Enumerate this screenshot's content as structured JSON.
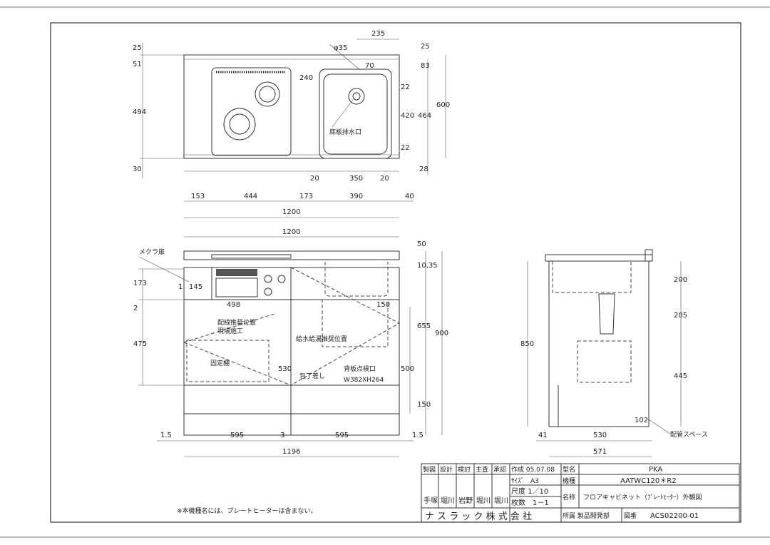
{
  "top_view": {
    "dims": {
      "d235": "235",
      "d25a": "25",
      "d51": "51",
      "d494": "494",
      "d30": "30",
      "d240": "240",
      "d70": "70",
      "d83": "83",
      "d22a": "22",
      "d420": "420",
      "d22b": "22",
      "d464": "464",
      "d600": "600",
      "d28": "28",
      "d25b": "25",
      "d20a": "20",
      "d350": "350",
      "d20b": "20",
      "d153": "153",
      "d444": "444",
      "d173": "173",
      "d390": "390",
      "d40": "40",
      "d1200": "1200",
      "phi": "φ35"
    },
    "drain_label": "底板排水口"
  },
  "front_view": {
    "dims": {
      "d1200": "1200",
      "d50": "50",
      "d10": "10",
      "d35": "35",
      "d173": "173",
      "d1": "1",
      "d145": "145",
      "d2": "2",
      "d498": "498",
      "d150a": "150",
      "d475": "475",
      "d530": "530",
      "d655": "655",
      "d900": "900",
      "d500": "500",
      "d150b": "150",
      "d15a": "1.5",
      "d595a": "595",
      "d3": "3",
      "d595b": "595",
      "d15b": "1.5",
      "d1196": "1196"
    },
    "labels": {
      "mekura": "メクラ扉",
      "wiring": "配線推奨位置",
      "site": "現場施工",
      "fixed_shelf": "固定棚",
      "water": "給水給湯推奨位置",
      "knife": "包丁差し",
      "back_panel": "背板点検口",
      "back_size": "W382XH264"
    }
  },
  "side_view": {
    "dims": {
      "d200": "200",
      "d205": "205",
      "d850": "850",
      "d445": "445",
      "d102": "102",
      "d41": "41",
      "d530": "530",
      "d571": "571"
    },
    "pipe_space": "配管スペース"
  },
  "note": "※本機種名には、プレートヒーターは含まない。",
  "title_block": {
    "headers": [
      "製図",
      "設計",
      "検討",
      "主査",
      "承認"
    ],
    "signers": [
      "手塚",
      "堀川",
      "岩野",
      "堀川",
      "堀川"
    ],
    "created": "作成 05.07.08",
    "size": "ｻｲｽﾞ　A3",
    "scale": "尺度 1／10",
    "sheets": "枚数　1－1",
    "model_label": "型名",
    "model": "PKA",
    "type_label": "機種",
    "type": "AATWC120＊R2",
    "name_label": "名称",
    "name": "フロアキャビネット（ﾌﾟﾚｰﾄﾋｰﾀｰ）外観図",
    "company": "ナ ス ラ ッ ク 株 式 会 社",
    "dept": "所属 製品開発部",
    "dwg_label": "図番",
    "dwg_no": "ACS02200-01"
  }
}
